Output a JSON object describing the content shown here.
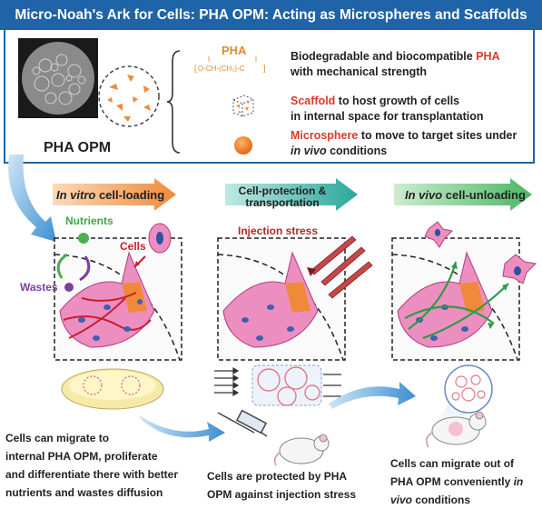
{
  "title": "Micro-Noah's Ark for Cells: PHA OPM: Acting as Microspheres and Scaffolds",
  "top_panel": {
    "opm_label": "PHA OPM",
    "chem_label": "PHA",
    "features": [
      {
        "highlight": "",
        "text_line1": "Biodegradable and biocompatible ",
        "highlight_inline": "PHA",
        "text_line2": "with mechanical strength"
      },
      {
        "highlight": "Scaffold",
        "text_line1": " to host growth of cells",
        "text_line2": "in internal space for transplantation"
      },
      {
        "highlight": "Microsphere",
        "text_line1": " to move to target sites under",
        "text_line2_italic": "in vivo",
        "text_line2_rest": " conditions"
      }
    ]
  },
  "stages": [
    {
      "label_italic": "In vitro",
      "label_rest": " cell-loading",
      "color": "#f08a3a"
    },
    {
      "label_line1": "Cell-protection &",
      "label_line2": "transportation",
      "color": "#2aa79b"
    },
    {
      "label_italic": "In vivo",
      "label_rest": " cell-unloading",
      "color": "#4ab864"
    }
  ],
  "annotations": {
    "nutrients": "Nutrients",
    "wastes": "Wastes",
    "cells": "Cells",
    "injection_stress": "Injection stress"
  },
  "captions": {
    "left": [
      "Cells can migrate to",
      "internal  PHA OPM, proliferate",
      "and differentiate there with better",
      "nutrients and wastes diffusion"
    ],
    "middle": [
      "Cells are protected by PHA",
      "OPM against injection stress"
    ],
    "right_line1": "Cells can migrate out of",
    "right_line2_pre": "PHA OPM conveniently ",
    "right_line2_italic": "in",
    "right_line3_italic": "vivo",
    "right_line3_rest": " conditions"
  },
  "colors": {
    "title_bg": "#1f63a8",
    "highlight": "#d93a2b",
    "orange": "#f08a3a",
    "teal": "#2aa79b",
    "green": "#4ab864",
    "cell_pink": "#e87ab0",
    "nutrient_green": "#4caf50",
    "waste_purple": "#7b3fa0"
  }
}
